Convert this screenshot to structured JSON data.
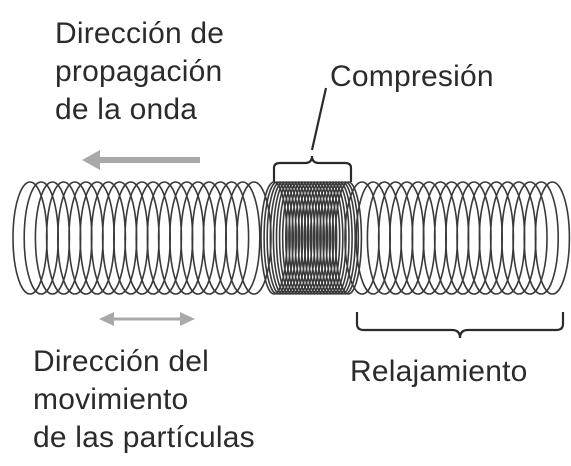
{
  "labels": {
    "propagation": [
      "Dirección de",
      "propagación",
      "de la onda"
    ],
    "compression": "Compresión",
    "relaxation": "Relajamiento",
    "particles": [
      "Dirección del",
      "movimiento",
      "de las partículas"
    ]
  },
  "colors": {
    "coil": "#3a3a3a",
    "arrow": "#a9a9a9",
    "bracket": "#2b2b2b",
    "text": "#2b2b2b"
  },
  "icons": {
    "propagation_arrow": "left-arrow-icon",
    "particle_arrow": "double-arrow-icon"
  }
}
